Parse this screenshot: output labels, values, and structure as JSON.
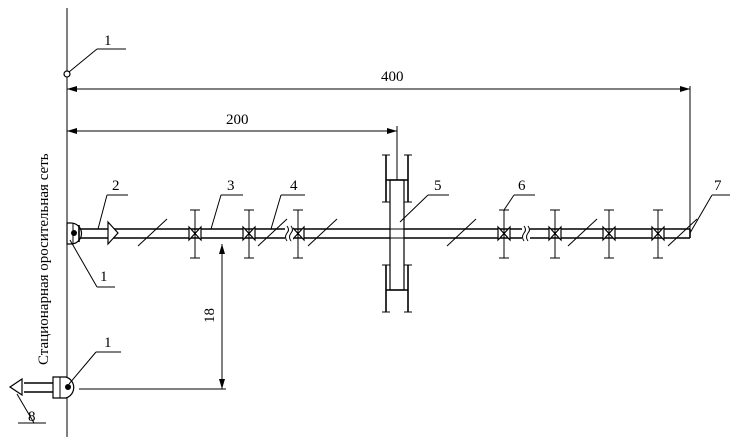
{
  "vertical_label": "Стационарная оросительная сеть",
  "dimensions": {
    "overall": "400",
    "half": "200",
    "offset": "18"
  },
  "callouts": {
    "hydrant_top": "1",
    "hydrant_mid": "1",
    "hydrant_bottom": "1",
    "pipe": "2",
    "valve": "3",
    "coupling": "4",
    "cross_unit": "5",
    "outlet": "6",
    "end_plug": "7",
    "hose": "8"
  }
}
